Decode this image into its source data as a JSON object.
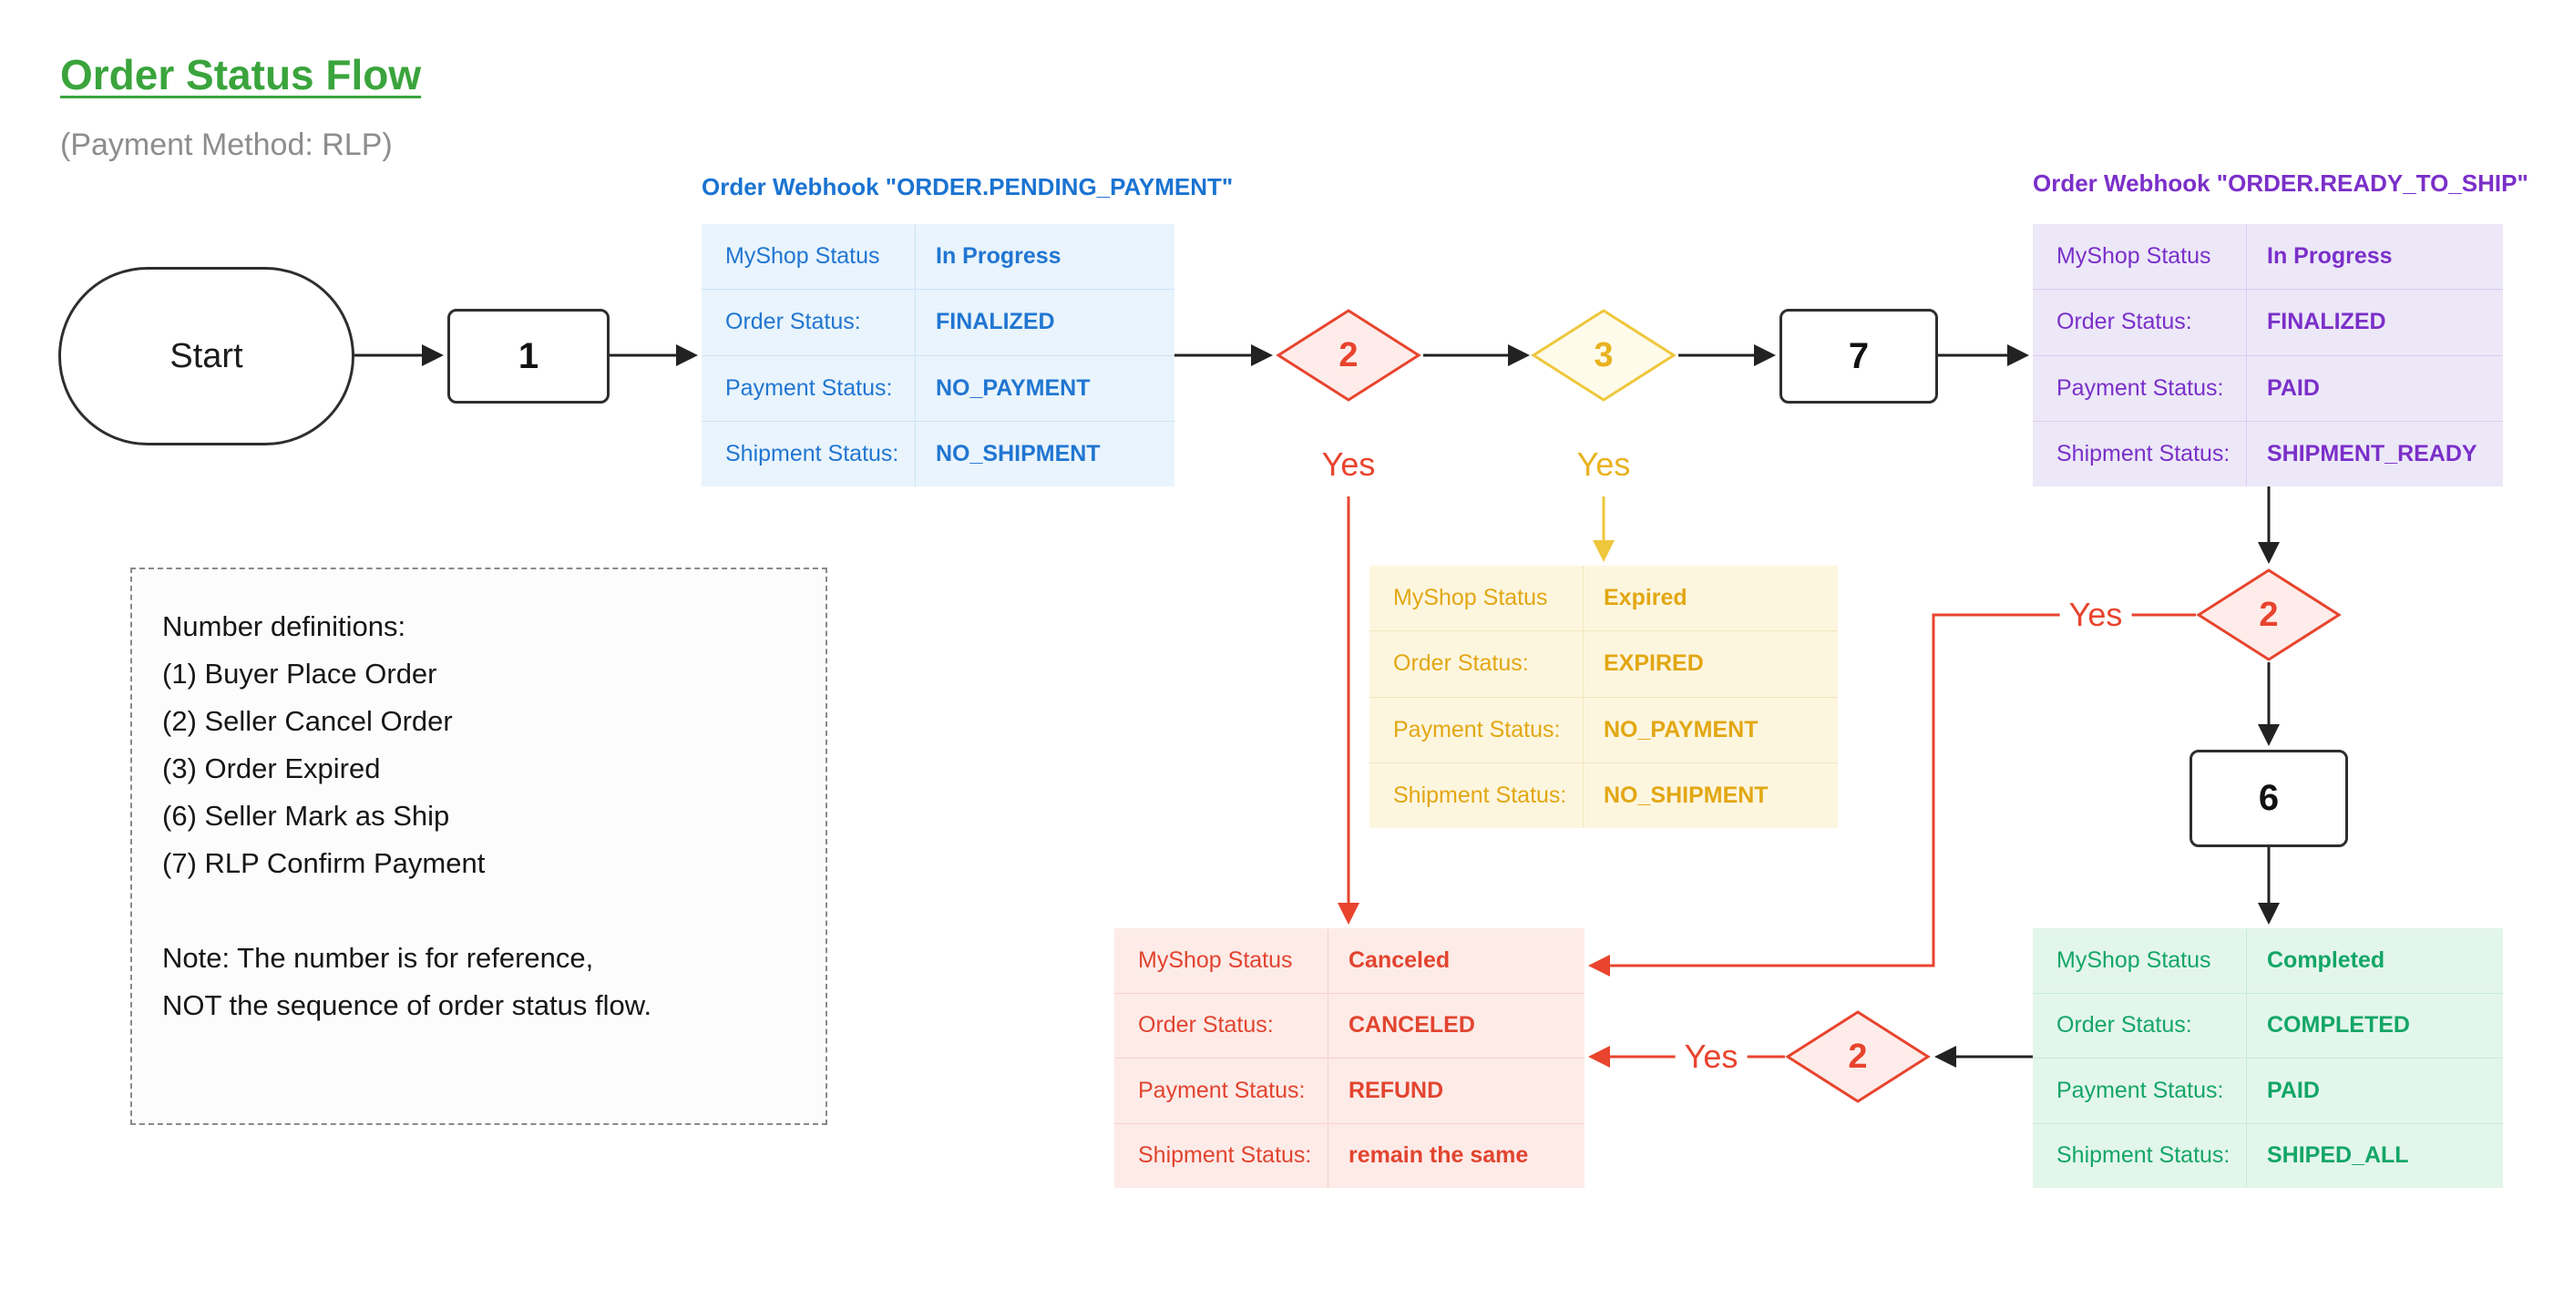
{
  "page": {
    "title": "Order Status Flow",
    "subtitle": "(Payment Method: RLP)"
  },
  "nodes": {
    "start": {
      "label": "Start"
    },
    "box1": {
      "label": "1"
    },
    "box7": {
      "label": "7"
    },
    "box6": {
      "label": "6"
    },
    "diamond_cancel_top": {
      "label": "2"
    },
    "diamond_expire": {
      "label": "3"
    },
    "diamond_cancel_right": {
      "label": "2"
    },
    "diamond_cancel_bottom": {
      "label": "2"
    }
  },
  "edge_labels": {
    "yes_cancel_top": "Yes",
    "yes_expire": "Yes",
    "yes_cancel_right": "Yes",
    "yes_cancel_bottom": "Yes"
  },
  "tables": {
    "pending_payment": {
      "header": "Order Webhook \"ORDER.PENDING_PAYMENT\"",
      "rows": [
        {
          "label": "MyShop Status",
          "value": "In Progress"
        },
        {
          "label": "Order Status:",
          "value": "FINALIZED"
        },
        {
          "label": "Payment Status:",
          "value": "NO_PAYMENT"
        },
        {
          "label": "Shipment Status:",
          "value": "NO_SHIPMENT"
        }
      ]
    },
    "ready_to_ship": {
      "header": "Order Webhook \"ORDER.READY_TO_SHIP\"",
      "rows": [
        {
          "label": "MyShop Status",
          "value": "In Progress"
        },
        {
          "label": "Order Status:",
          "value": "FINALIZED"
        },
        {
          "label": "Payment Status:",
          "value": "PAID"
        },
        {
          "label": "Shipment Status:",
          "value": "SHIPMENT_READY"
        }
      ]
    },
    "expired": {
      "rows": [
        {
          "label": "MyShop Status",
          "value": "Expired"
        },
        {
          "label": "Order Status:",
          "value": "EXPIRED"
        },
        {
          "label": "Payment Status:",
          "value": "NO_PAYMENT"
        },
        {
          "label": "Shipment Status:",
          "value": "NO_SHIPMENT"
        }
      ]
    },
    "canceled": {
      "rows": [
        {
          "label": "MyShop Status",
          "value": "Canceled"
        },
        {
          "label": "Order Status:",
          "value": "CANCELED"
        },
        {
          "label": "Payment Status:",
          "value": "REFUND"
        },
        {
          "label": "Shipment Status:",
          "value": "remain the same"
        }
      ]
    },
    "completed": {
      "rows": [
        {
          "label": "MyShop Status",
          "value": "Completed"
        },
        {
          "label": "Order Status:",
          "value": "COMPLETED"
        },
        {
          "label": "Payment Status:",
          "value": "PAID"
        },
        {
          "label": "Shipment Status:",
          "value": "SHIPED_ALL"
        }
      ]
    }
  },
  "notes": {
    "lines": [
      "Number definitions:",
      "(1) Buyer Place Order",
      "(2) Seller Cancel Order",
      "(3) Order Expired",
      "(6) Seller Mark as Ship",
      "(7) RLP Confirm Payment",
      "",
      "Note: The number is for reference,",
      "NOT the sequence of order status flow."
    ]
  },
  "colors": {
    "title_green": "#3aa43c",
    "blue": "#1a73d1",
    "purple": "#7b2fc9",
    "yellow": "#e2a713",
    "red": "#e8442e",
    "green": "#13a667",
    "node_border": "#2e2e2e",
    "arrow_black": "#222222"
  }
}
